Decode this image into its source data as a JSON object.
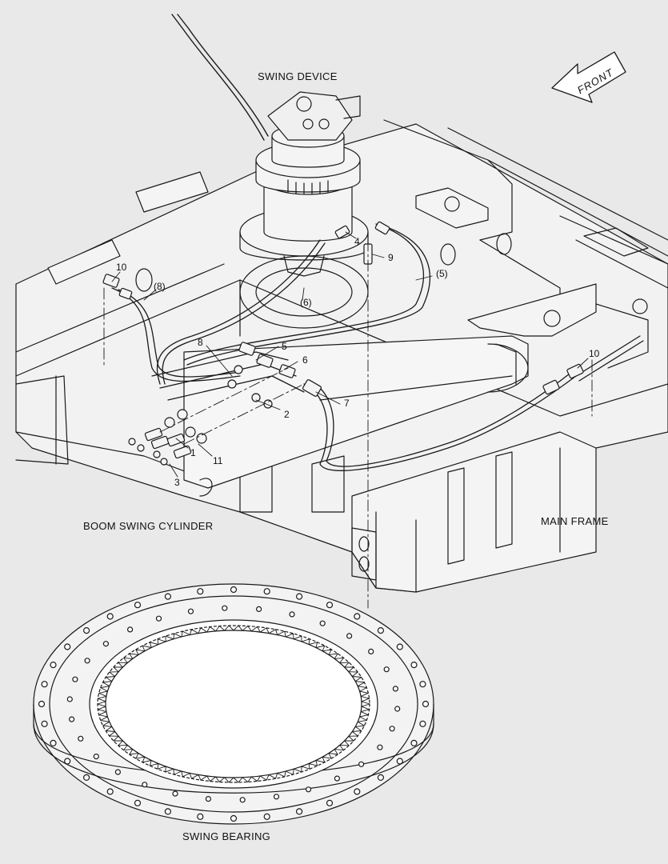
{
  "labels": {
    "swing_device": "SWING DEVICE",
    "front": "FRONT",
    "boom_swing_cylinder": "BOOM SWING CYLINDER",
    "main_frame": "MAIN FRAME",
    "swing_bearing": "SWING BEARING"
  },
  "callouts": {
    "c10a": "10",
    "c8p": "(8)",
    "c4": "4",
    "c9": "9",
    "c5p": "(5)",
    "c6p": "(6)",
    "c8": "8",
    "c5": "5",
    "c6": "6",
    "c7": "7",
    "c2": "2",
    "c1": "1",
    "c11": "11",
    "c3": "3",
    "c10b": "10"
  },
  "colors": {
    "background": "#e9e9e9",
    "line": "#1a1a1a",
    "paper": "#f4f4f4"
  }
}
